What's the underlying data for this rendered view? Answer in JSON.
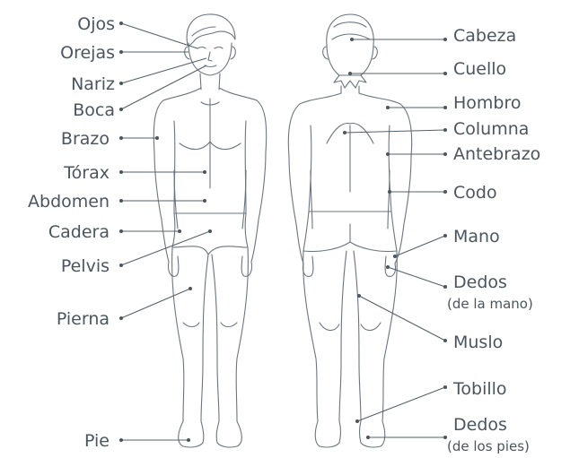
{
  "labels": {
    "ojos": "Ojos",
    "orejas": "Orejas",
    "nariz": "Nariz",
    "boca": "Boca",
    "brazo": "Brazo",
    "torax": "Tórax",
    "abdomen": "Abdomen",
    "cadera": "Cadera",
    "pelvis": "Pelvis",
    "pierna": "Pierna",
    "pie": "Pie",
    "cabeza": "Cabeza",
    "cuello": "Cuello",
    "hombro": "Hombro",
    "columna": "Columna",
    "antebrazo": "Antebrazo",
    "codo": "Codo",
    "mano": "Mano",
    "dedos_mano": "Dedos",
    "dedos_mano_sub": "(de la mano)",
    "muslo": "Muslo",
    "tobillo": "Tobillo",
    "dedos_pies": "Dedos",
    "dedos_pies_sub": "(de los pies)"
  }
}
